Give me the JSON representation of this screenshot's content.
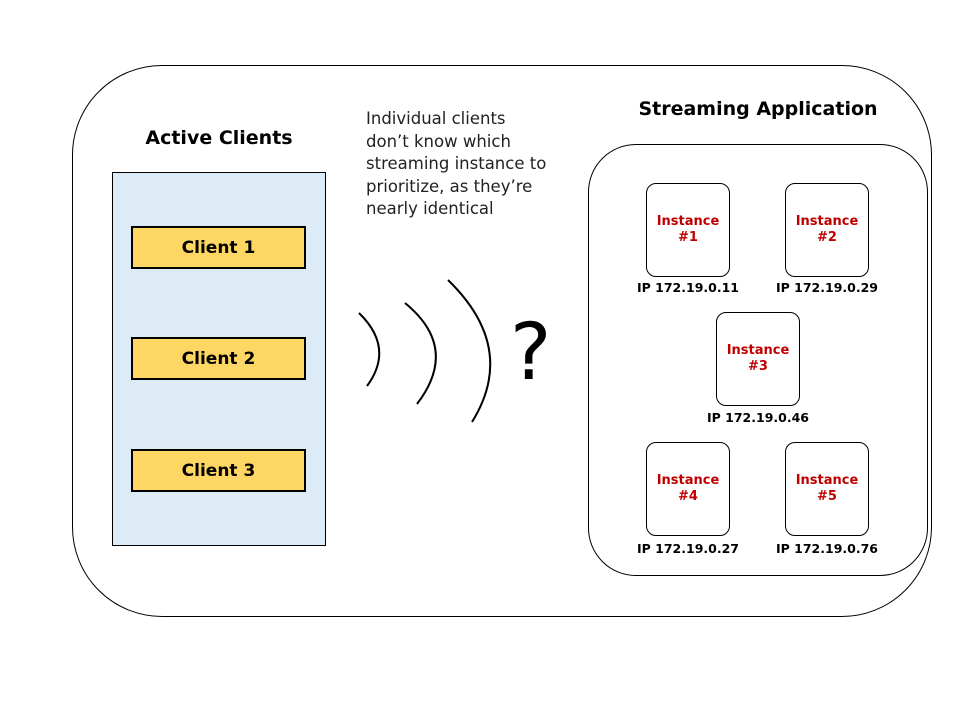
{
  "active_clients": {
    "title": "Active Clients",
    "clients": [
      {
        "label": "Client 1"
      },
      {
        "label": "Client 2"
      },
      {
        "label": "Client 3"
      }
    ]
  },
  "note": {
    "lines": [
      "Individual clients",
      "don’t know which",
      "streaming instance to",
      "prioritize, as they’re",
      "nearly identical"
    ]
  },
  "signal": {
    "symbol": "?"
  },
  "streaming_application": {
    "title": "Streaming Application",
    "instances": [
      {
        "line1": "Instance",
        "line2": "#1",
        "ip": "IP 172.19.0.11"
      },
      {
        "line1": "Instance",
        "line2": "#2",
        "ip": "IP 172.19.0.29"
      },
      {
        "line1": "Instance",
        "line2": "#3",
        "ip": "IP 172.19.0.46"
      },
      {
        "line1": "Instance",
        "line2": "#4",
        "ip": "IP 172.19.0.27"
      },
      {
        "line1": "Instance",
        "line2": "#5",
        "ip": "IP 172.19.0.76"
      }
    ]
  },
  "colors": {
    "client_fill": "#fdd663",
    "panel_fill": "#dcebf6",
    "instance_text": "#c00000"
  }
}
